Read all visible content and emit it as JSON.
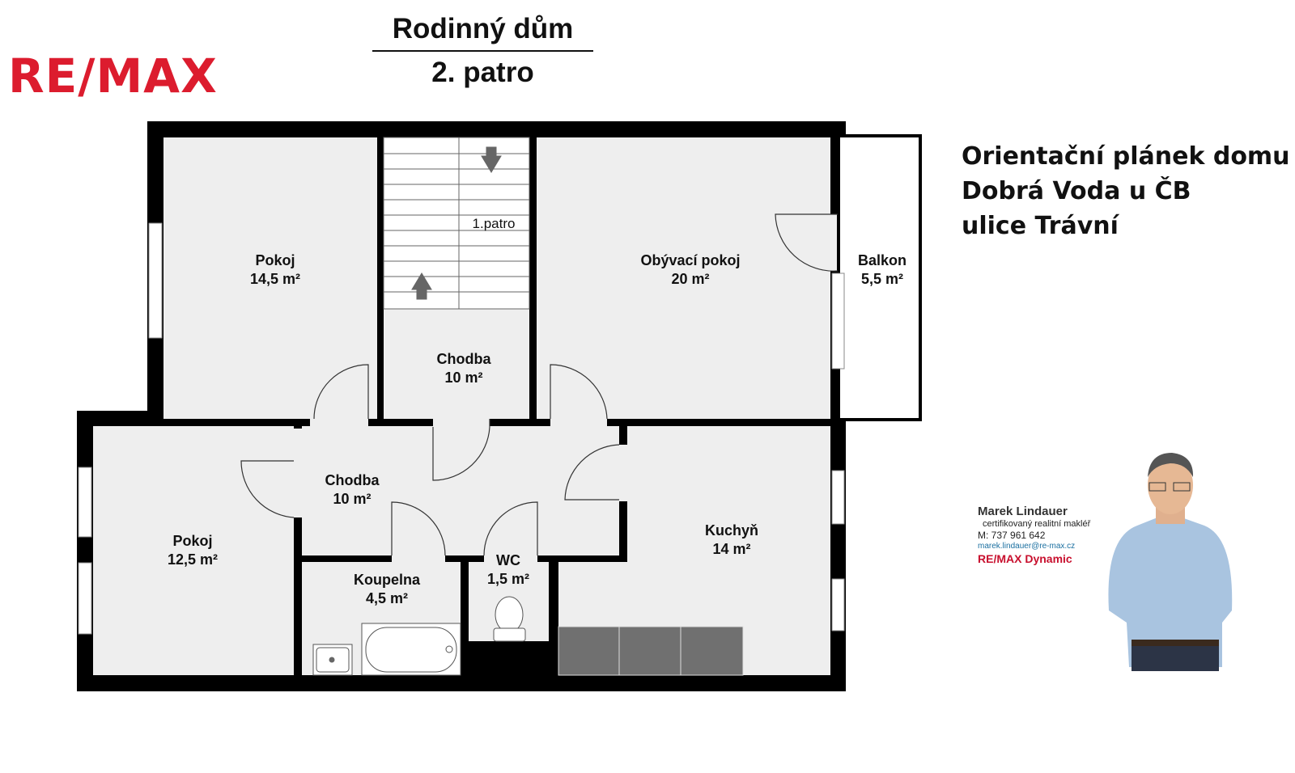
{
  "logo": "RE/MAX",
  "title": {
    "line1": "Rodinný dům",
    "line2": "2. patro"
  },
  "info": {
    "line1": "Orientační plánek domu",
    "line2": "Dobrá Voda u ČB",
    "line3": "ulice Trávní"
  },
  "stairs_label": "1.patro",
  "rooms": [
    {
      "name": "Pokoj",
      "area": "14,5 m²"
    },
    {
      "name": "Chodba",
      "area": "10 m²"
    },
    {
      "name": "Obývací pokoj",
      "area": "20 m²"
    },
    {
      "name": "Balkon",
      "area": "5,5 m²"
    },
    {
      "name": "Chodba",
      "area": "10 m²"
    },
    {
      "name": "Pokoj",
      "area": "12,5 m²"
    },
    {
      "name": "Koupelna",
      "area": "4,5 m²"
    },
    {
      "name": "WC",
      "area": "1,5 m²"
    },
    {
      "name": "Kuchyň",
      "area": "14 m²"
    }
  ],
  "agent": {
    "name": "Marek Lindauer",
    "role": "certifikovaný realitní makléř",
    "phone": "M: 737 961 642",
    "email": "marek.lindauer@re-max.cz",
    "company": "RE/MAX Dynamic"
  },
  "colors": {
    "brand": "#dc1c2e",
    "room": "#eeeeee",
    "wall": "#000000"
  }
}
